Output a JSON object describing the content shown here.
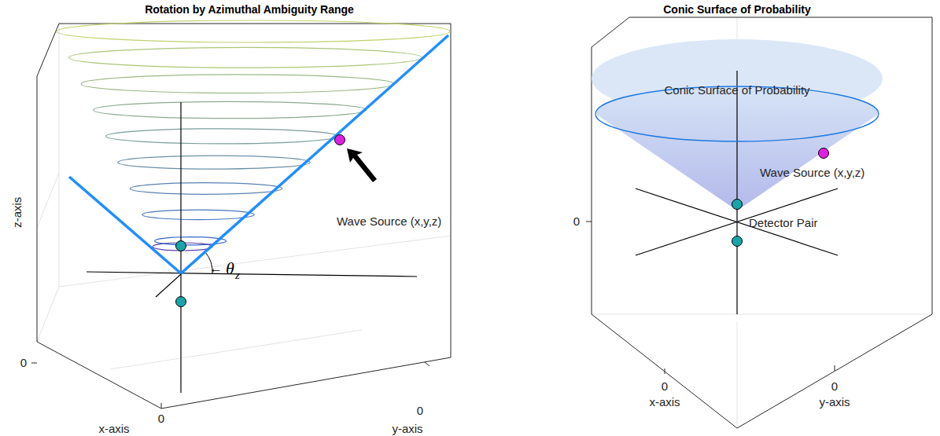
{
  "diagram": {
    "labels": [
      "Rotation by Azimuthal Ambiguity Range",
      "Conic Surface of Probability",
      "Conic Surface of Probability",
      "z-axis",
      "Wave Source (x,y,z)",
      "Wave Source (x,y,z)",
      "←",
      "θ",
      "z",
      "Detector Pair",
      "0",
      "0",
      "0",
      "x-axis",
      "0",
      "y-axis",
      "0",
      "x-axis",
      "0",
      "y-axis"
    ]
  }
}
